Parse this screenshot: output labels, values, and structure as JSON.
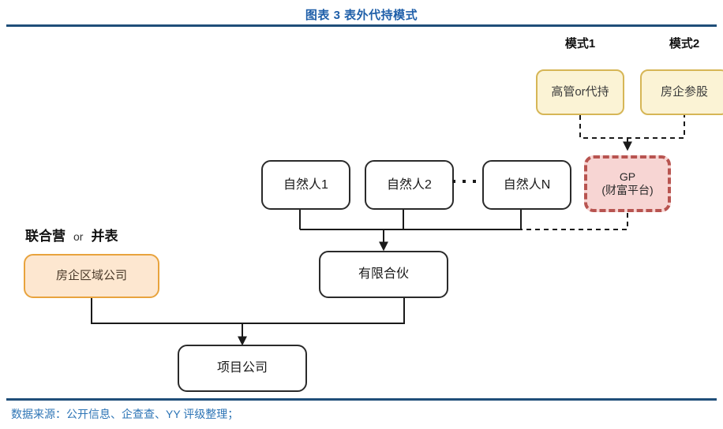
{
  "header": {
    "title": "图表 3 表外代持模式",
    "title_color": "#1F5FA9",
    "rule_color": "#1F4E79"
  },
  "footer": {
    "source": "数据来源：公开信息、企查查、YY 评级整理；",
    "source_color": "#2E75B6"
  },
  "diagram": {
    "type": "flowchart",
    "captions": [
      {
        "id": "mode-1",
        "label": "模式1"
      },
      {
        "id": "mode-2",
        "label": "模式2"
      }
    ],
    "left_caption": {
      "strong_1": "联合营",
      "weak": "or",
      "strong_2": "并表"
    },
    "nodes": [
      {
        "id": "exec-proxy",
        "label": "高管or代持",
        "style": "cream",
        "group": "模式1"
      },
      {
        "id": "developer-eq",
        "label": "房企参股",
        "style": "cream",
        "group": "模式2"
      },
      {
        "id": "gp",
        "label": "GP\n(财富平台)",
        "style": "pink-dashed",
        "group": ""
      },
      {
        "id": "person-1",
        "label": "自然人1",
        "style": "plain",
        "group": ""
      },
      {
        "id": "person-2",
        "label": "自然人2",
        "style": "plain",
        "group": ""
      },
      {
        "id": "person-n",
        "label": "自然人N",
        "style": "plain",
        "group": ""
      },
      {
        "id": "dev-regional",
        "label": "房企区域公司",
        "style": "peach",
        "group": ""
      },
      {
        "id": "lp",
        "label": "有限合伙",
        "style": "plain",
        "group": ""
      },
      {
        "id": "project-co",
        "label": "项目公司",
        "style": "plain",
        "group": ""
      }
    ],
    "edges": [
      {
        "from": "exec-proxy",
        "to": "gp",
        "line": "dashed",
        "arrow": true
      },
      {
        "from": "developer-eq",
        "to": "gp",
        "line": "dashed",
        "arrow": true
      },
      {
        "from": "gp",
        "to": "lp",
        "line": "dashed",
        "arrow": false
      },
      {
        "from": "person-1",
        "to": "lp",
        "line": "solid",
        "arrow": true
      },
      {
        "from": "person-2",
        "to": "lp",
        "line": "solid",
        "arrow": true
      },
      {
        "from": "person-n",
        "to": "lp",
        "line": "solid",
        "arrow": true
      },
      {
        "from": "dev-regional",
        "to": "project-co",
        "line": "solid",
        "arrow": true
      },
      {
        "from": "lp",
        "to": "project-co",
        "line": "solid",
        "arrow": true
      }
    ],
    "palette": {
      "cream_fill": "#FBF3D5",
      "cream_border": "#D6B656",
      "peach_fill": "#FDE7D0",
      "peach_border": "#E8A33D",
      "pink_fill": "#F7D5D3",
      "pink_border": "#B85450",
      "line": "#2a2a2a"
    }
  }
}
